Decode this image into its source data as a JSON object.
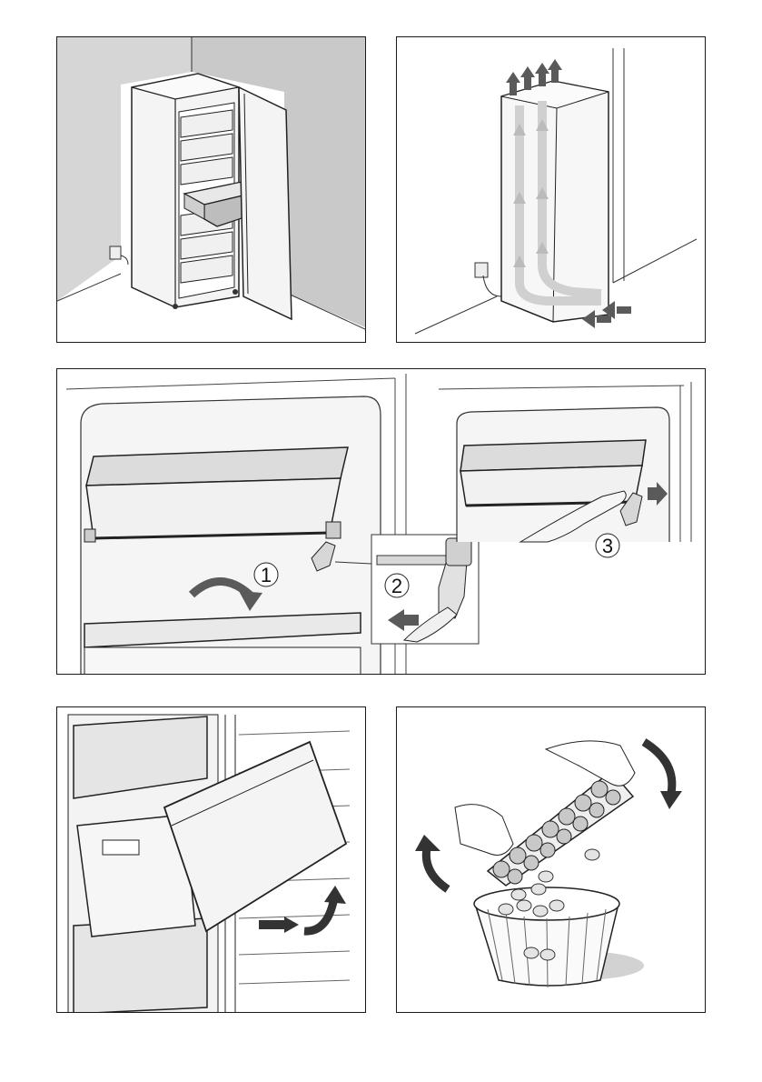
{
  "steps": {
    "one": "1",
    "two": "2",
    "three": "3"
  },
  "colors": {
    "outline": "#1a1a1a",
    "wall_gray": "#cfcfcf",
    "shade_gray": "#bdbdbd",
    "arrow_gray": "#5a5a5a",
    "light_gray": "#e6e6e6"
  }
}
